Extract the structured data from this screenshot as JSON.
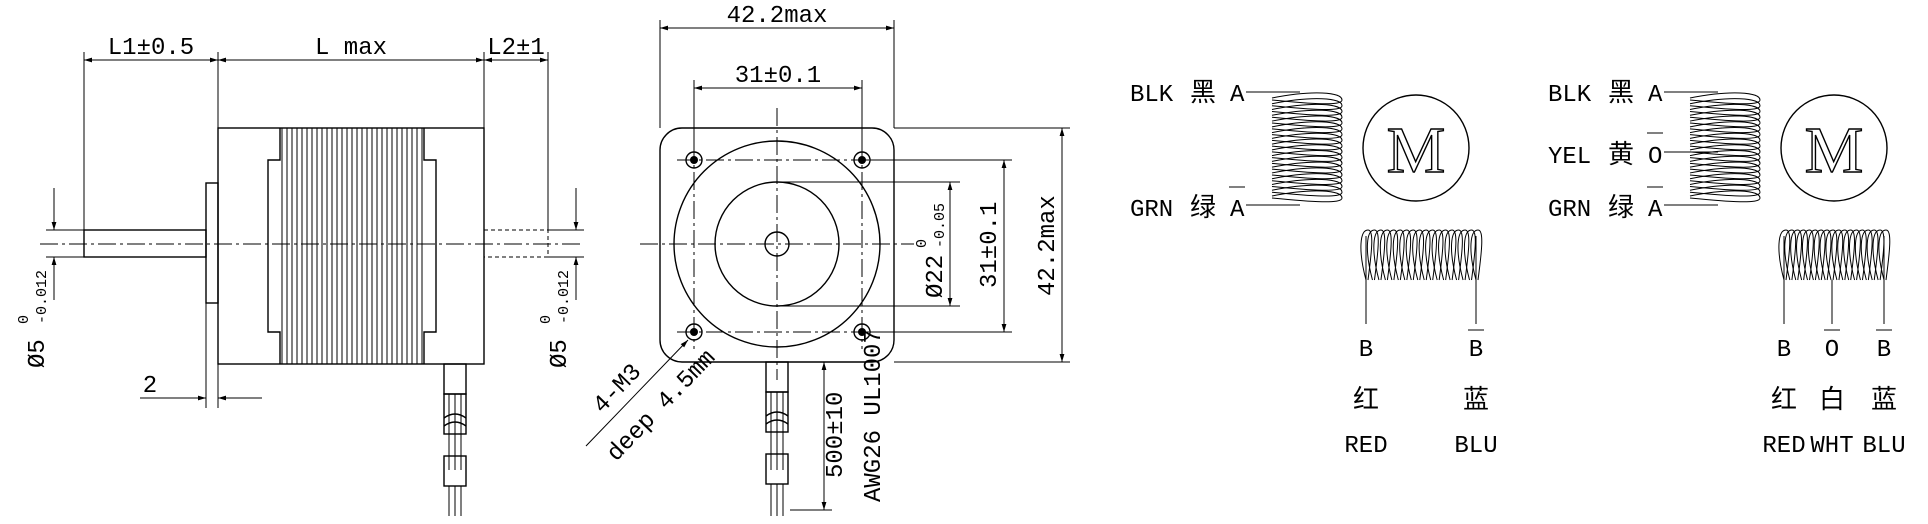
{
  "side_view": {
    "dim_l1": "L1±0.5",
    "dim_l": "L max",
    "dim_l2": "L2±1",
    "dim_2": "2",
    "shaft_dia": "Ø5",
    "shaft_tol_upper": "0",
    "shaft_tol_lower": "-0.012"
  },
  "front_view": {
    "dim_width": "42.2max",
    "dim_hole_spacing_h": "31±0.1",
    "dim_hole_spacing_v": "31±0.1",
    "dim_height": "42.2max",
    "boss_dia": "Ø22",
    "boss_tol_upper": "0",
    "boss_tol_lower": "-0.05",
    "thread_spec": "4-M3",
    "thread_depth": "deep 4.5mm",
    "lead_length": "500±10",
    "wire_spec": "AWG26 UL1007"
  },
  "wiring_2phase": {
    "terminals_left": [
      {
        "code": "BLK",
        "cn": "黑",
        "pin": "A"
      },
      {
        "code": "GRN",
        "cn": "绿",
        "pin": "A"
      }
    ],
    "motor_symbol": "M",
    "terminals_bottom": [
      {
        "pin": "B",
        "cn": "红",
        "code": "RED"
      },
      {
        "pin": "B",
        "cn": "蓝",
        "code": "BLU"
      }
    ]
  },
  "wiring_3wire": {
    "terminals_left": [
      {
        "code": "BLK",
        "cn": "黑",
        "pin": "A"
      },
      {
        "code": "YEL",
        "cn": "黄",
        "pin": "O"
      },
      {
        "code": "GRN",
        "cn": "绿",
        "pin": "A"
      }
    ],
    "motor_symbol": "M",
    "terminals_bottom": [
      {
        "pin": "B",
        "cn": "红",
        "code": "RED"
      },
      {
        "pin": "O",
        "cn": "白",
        "code": "WHT"
      },
      {
        "pin": "B",
        "cn": "蓝",
        "code": "BLU"
      }
    ]
  }
}
